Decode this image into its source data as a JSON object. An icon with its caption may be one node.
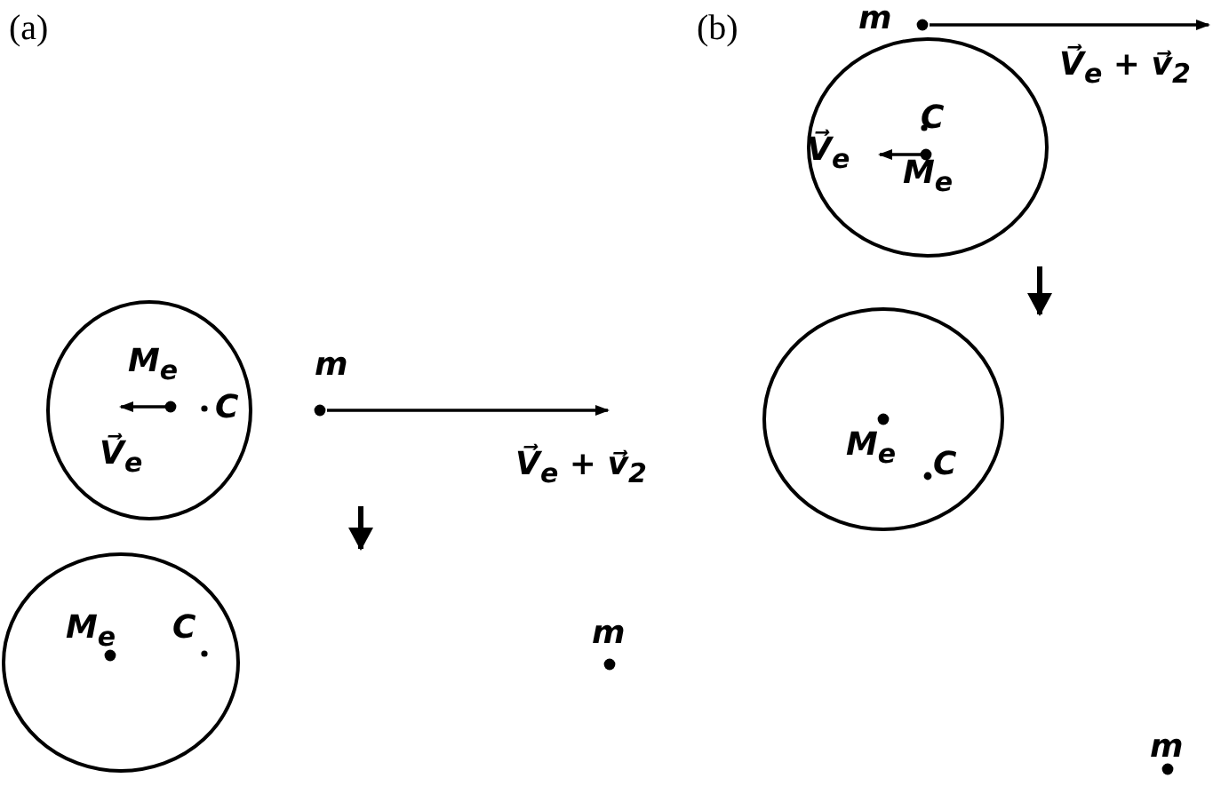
{
  "diagram": {
    "nodes": [
      {
        "text": [
          "M$_{e}$",
          "C",
          "V⃗$_{e}$"
        ]
      },
      {
        "text": [
          "M$_{e}$",
          "C"
        ]
      },
      {
        "text": [
          "C",
          "V⃗$_{e}$",
          "M$_{e}$"
        ]
      },
      {
        "text": [
          "M$_{e}$",
          "C"
        ]
      }
    ],
    "labels": [
      "(a)",
      "(b)",
      "m",
      "V⃗$_{e}$ + v⃗$_{2}$",
      "m",
      "V⃗$_{e}$ + v⃗$_{2}$",
      "m",
      "m"
    ]
  }
}
